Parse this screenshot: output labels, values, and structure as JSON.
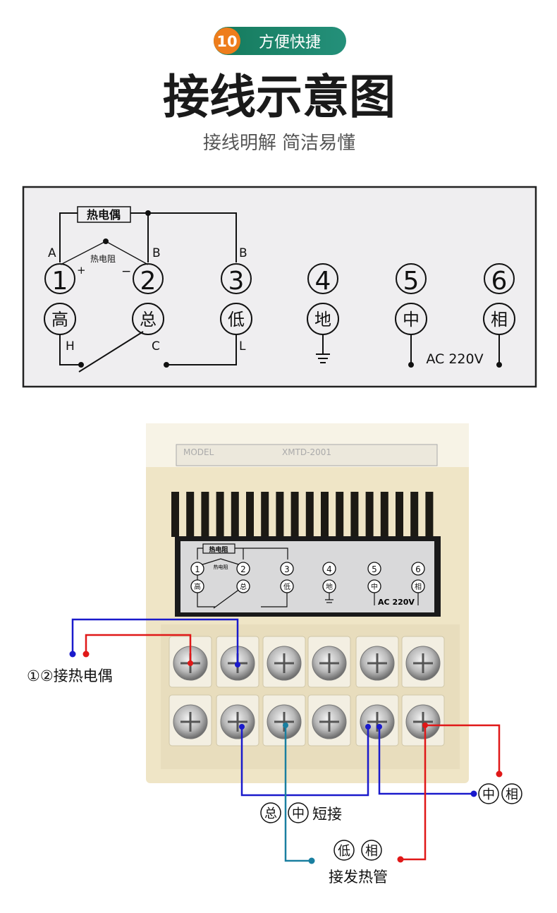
{
  "header": {
    "badge_number": "10",
    "badge_text": "方便快捷",
    "title": "接线示意图",
    "subtitle": "接线明解 简洁易懂"
  },
  "colors": {
    "badge_green": "#1f8a6e",
    "badge_orange": "#ee7d1c",
    "wire_blue": "#1a1acc",
    "wire_red": "#e01818",
    "wire_teal": "#1a7fa0",
    "device_body": "#efe5c6"
  },
  "schematic": {
    "thermocouple_label": "热电偶",
    "rtd_label": "热电阻",
    "label_a": "A",
    "label_b1": "B",
    "label_b2": "B",
    "plus": "+",
    "minus": "−",
    "terminals": [
      "1",
      "2",
      "3",
      "4",
      "5",
      "6"
    ],
    "functions": [
      "高",
      "总",
      "低",
      "地",
      "中",
      "相"
    ],
    "label_h": "H",
    "label_c": "C",
    "label_l": "L",
    "power_label": "AC 220V"
  },
  "device": {
    "model_label": "MODEL",
    "model_value": "XMTD-2001",
    "panel_rtd_box": "热电阻",
    "panel_rtd_small": "热电阻"
  },
  "callouts": {
    "thermocouple": "①②接热电偶",
    "short_a": "总",
    "short_b": "中",
    "short_text": "短接",
    "power_a": "中",
    "power_b": "相",
    "heater_a": "低",
    "heater_b": "相",
    "heater_text": "接发热管"
  }
}
